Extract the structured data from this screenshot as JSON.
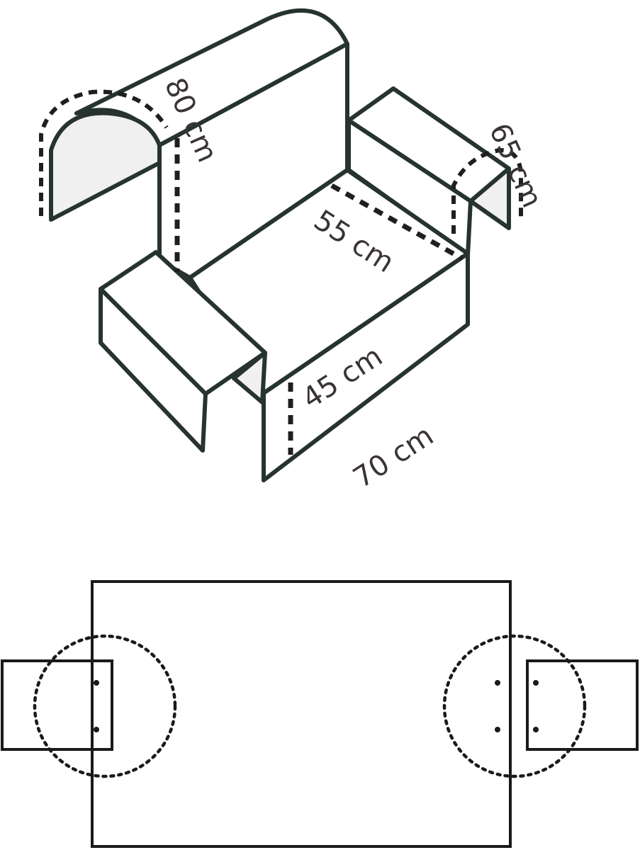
{
  "dimensions": {
    "backrest_height": "80 cm",
    "armrest_height": "65 cm",
    "seat_depth": "55 cm",
    "seat_height": "45 cm",
    "width": "70 cm"
  },
  "colors": {
    "outline": "#263330",
    "shaded_face": "#f0f0f0",
    "label_text": "#3a3335"
  }
}
